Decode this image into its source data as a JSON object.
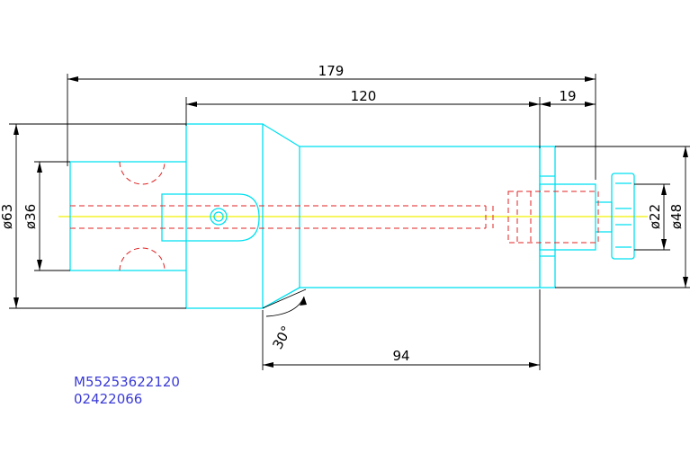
{
  "dimensions": {
    "overall_length": "179",
    "body_length": "120",
    "nut_length": "19",
    "cone_to_face": "94",
    "shank_dia": "ø63",
    "hole_dia": "ø36",
    "bore_dia": "ø22",
    "nut_dia": "ø48",
    "cone_angle": "30°"
  },
  "part_code": {
    "line1": "M55253622120",
    "line2": "02422066"
  },
  "colors": {
    "outline": "#00e0f0",
    "hidden": "#e02020",
    "centerline": "#f0f000",
    "dimension": "#000000",
    "code_text": "#3a3ad6"
  }
}
